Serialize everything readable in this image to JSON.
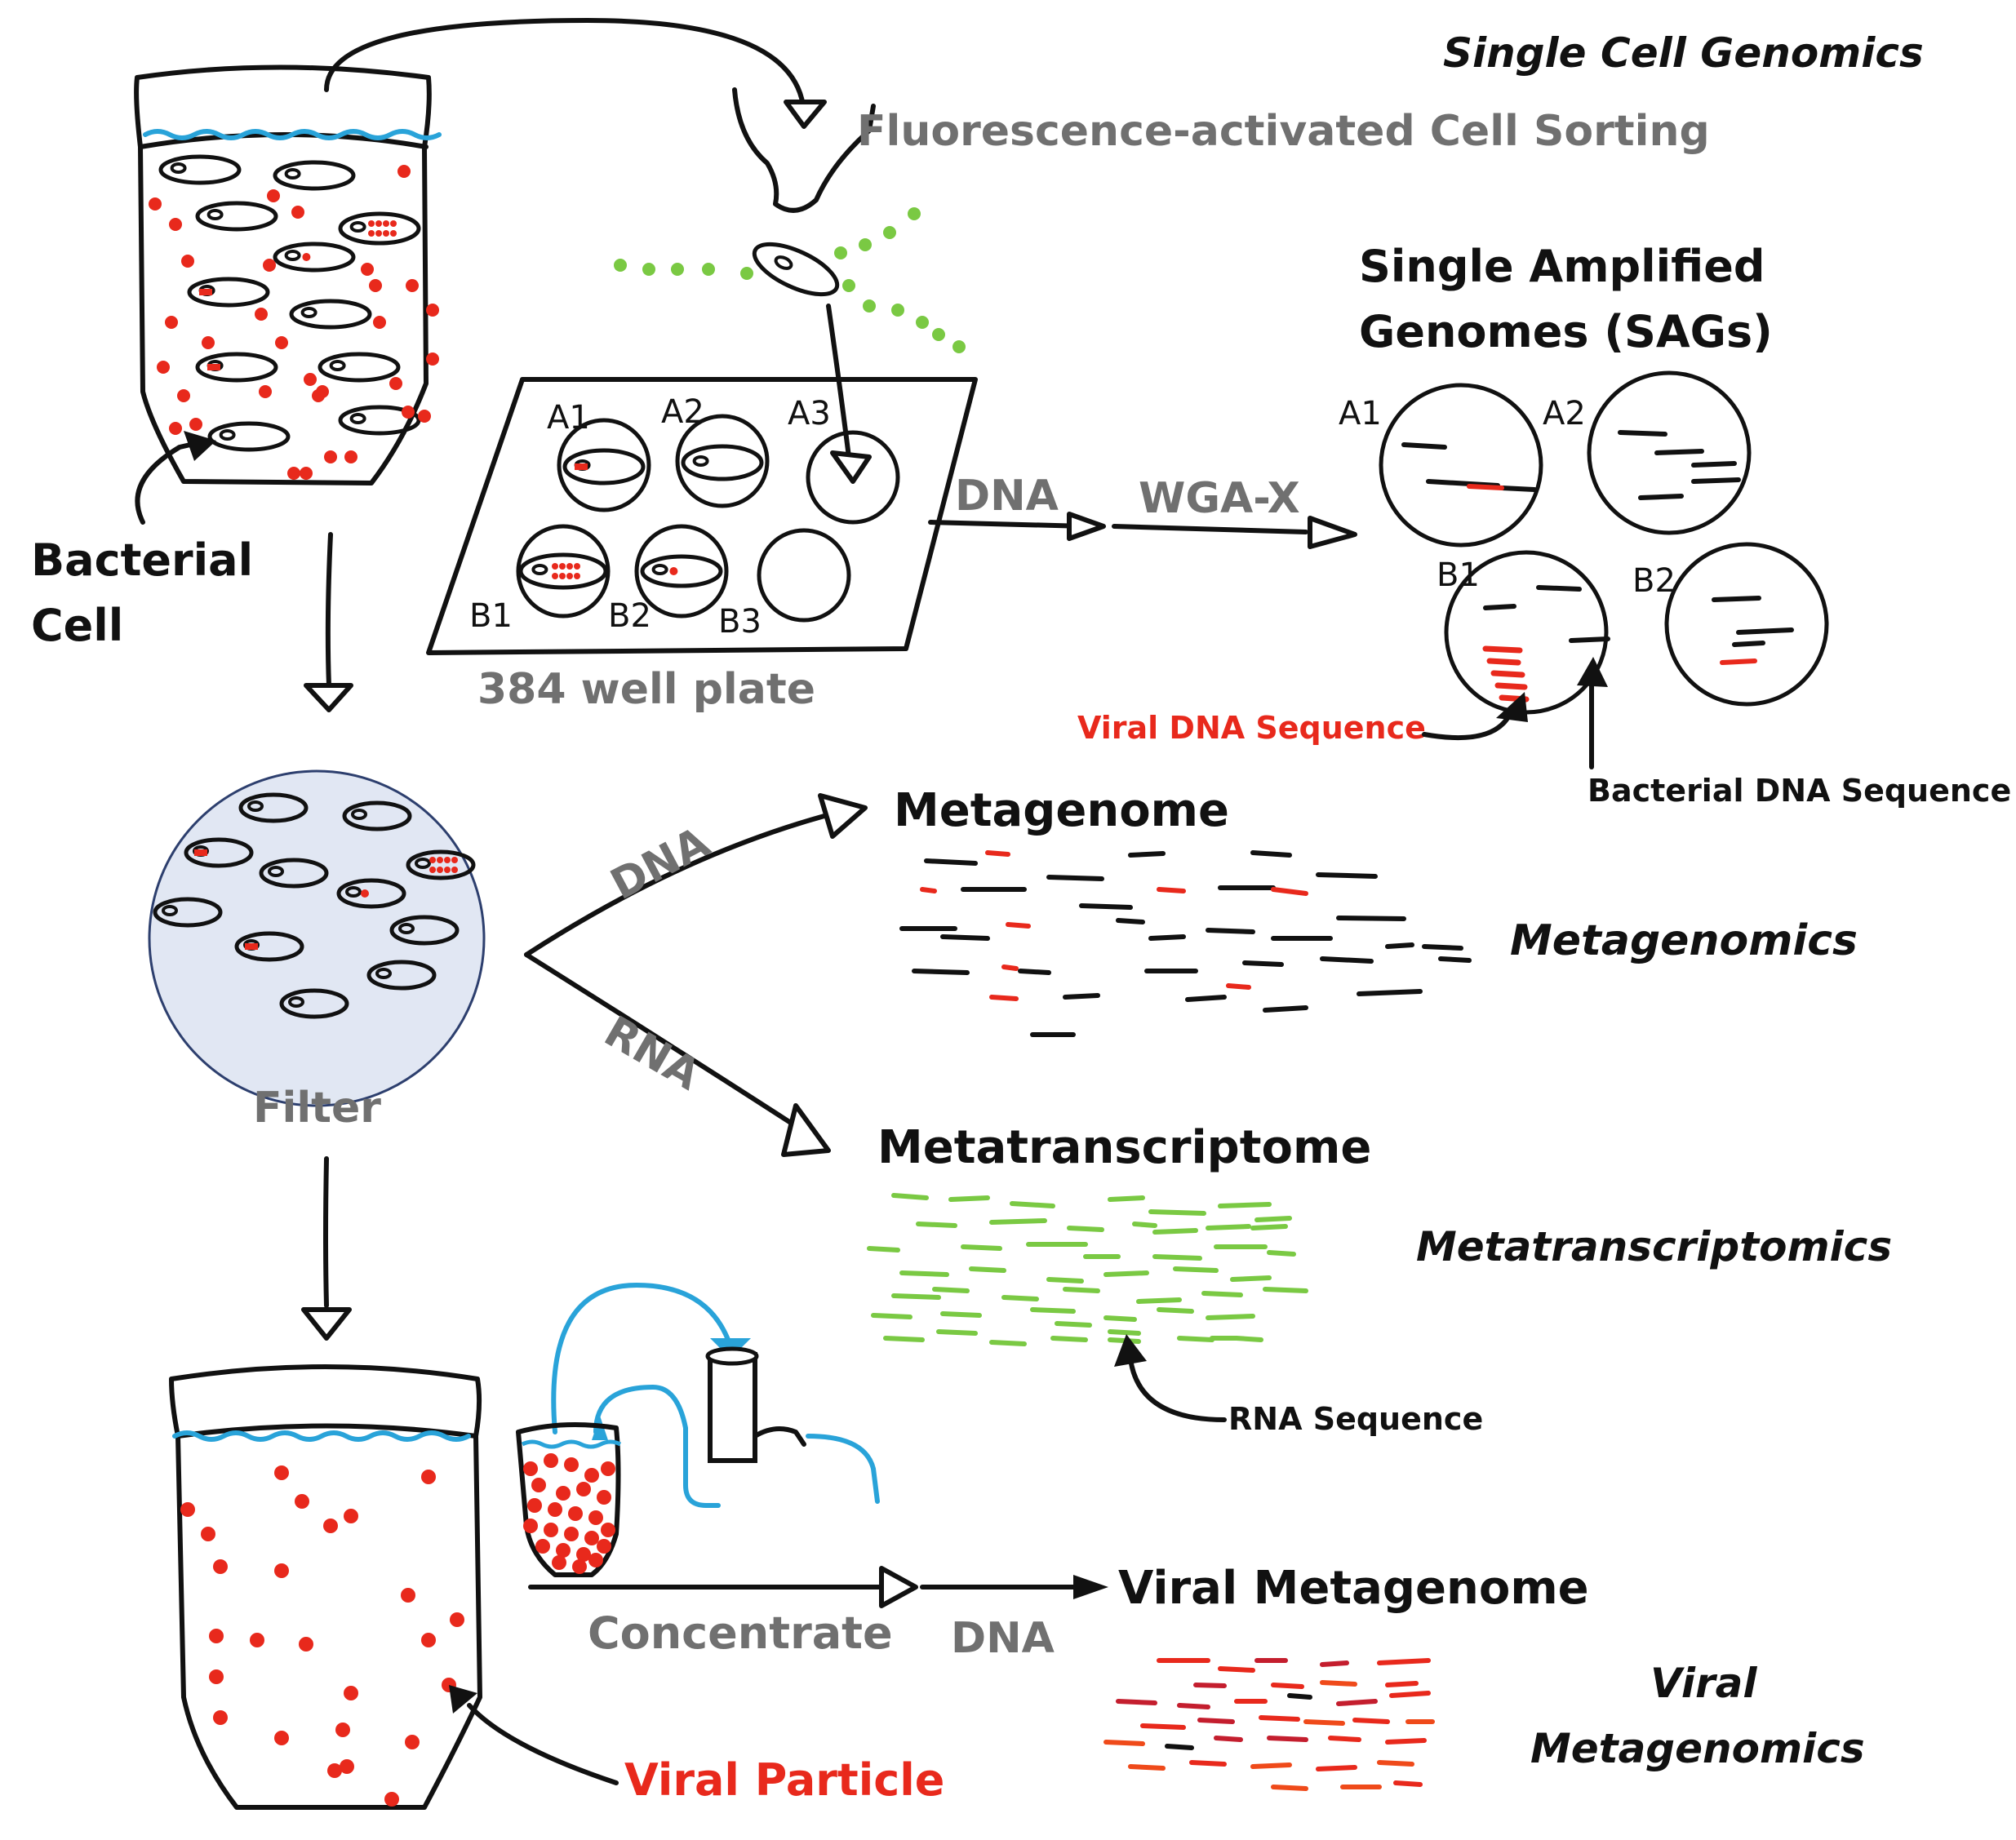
{
  "colors": {
    "ink": "#111111",
    "gray": "#707070",
    "red": "#e8291c",
    "green": "#7ac943",
    "blue": "#29a3d9",
    "filter_fill": "#e1e7f3",
    "filter_stroke": "#2d3f6e"
  },
  "sections": {
    "single_cell_genomics": "Single Cell Genomics",
    "metagenomics": "Metagenomics",
    "metatranscriptomics": "Metatranscriptomics",
    "viral_metagenomics_1": "Viral",
    "viral_metagenomics_2": "Metagenomics"
  },
  "labels": {
    "facs": "Fluorescence-activated Cell Sorting",
    "sags_1": "Single Amplified",
    "sags_2": "Genomes (SAGs)",
    "bacterial_cell_1": "Bacterial",
    "bacterial_cell_2": "Cell",
    "well_plate": "384 well plate",
    "filter": "Filter",
    "viral_dna_sequence": "Viral DNA Sequence",
    "bacterial_dna_sequence": "Bacterial DNA Sequence",
    "metagenome": "Metagenome",
    "metatranscriptome": "Metatranscriptome",
    "rna_sequence": "RNA Sequence",
    "viral_metagenome": "Viral Metagenome",
    "viral_particle": "Viral Particle",
    "concentrate": "Concentrate"
  },
  "arrows": {
    "dna_plate": "DNA",
    "wga_x": "WGA-X",
    "dna_meta": "DNA",
    "rna_meta": "RNA",
    "dna_viral": "DNA"
  },
  "wells": [
    "A1",
    "A2",
    "A3",
    "B1",
    "B2",
    "B3"
  ],
  "sag_wells": [
    "A1",
    "A2",
    "B1",
    "B2"
  ]
}
